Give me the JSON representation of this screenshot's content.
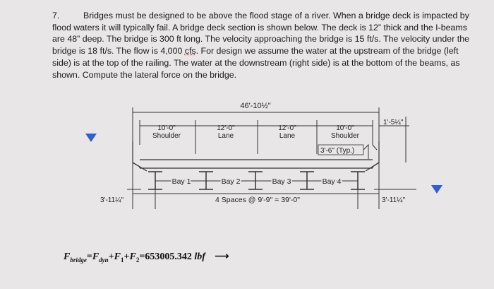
{
  "problem": {
    "number": "7.",
    "text_before_cfs": "Bridges must be designed to be above the flood stage of a river. When a bridge deck is impacted by flood waters it will typically fail. A bridge deck section is shown below. The deck is 12” thick and the I-beams are 48” deep. The bridge is 300 ft long. The velocity approaching the bridge is 15 ft/s. The velocity under the bridge is 18 ft/s. The flow is 4,000 ",
    "cfs": "cfs",
    "text_after_cfs": ". For design we assume the water at the upstream of the bridge (left side) is at the top of the railing. The water at the downstream (right side) is at the bottom of the beams, as shown. Compute the lateral force on the bridge."
  },
  "diagram": {
    "overall_width": "46'-10½\"",
    "railing_height": "1'-5¼\"",
    "left_height": "3'-11¼\"",
    "right_height": "3'-11¼\"",
    "curb": "3'-6\" (Typ.)",
    "lanes": [
      {
        "dim": "10'-0\"",
        "label": "Shoulder"
      },
      {
        "dim": "12'-0\"",
        "label": "Lane"
      },
      {
        "dim": "12'-0\"",
        "label": "Lane"
      },
      {
        "dim": "10'-0\"",
        "label": "Shoulder"
      }
    ],
    "bays": [
      "Bay 1",
      "Bay 2",
      "Bay 3",
      "Bay 4"
    ],
    "spacing": "4 Spaces @ 9'-9\" = 39'-0\"",
    "water_color": "#2f5fd0"
  },
  "equation": {
    "F": "F",
    "bridge_sub": "bridge",
    "eq": "=",
    "dyn_sub": "dyn",
    "plus1": "+",
    "one": "1",
    "plus2": "+",
    "two": "2",
    "eq2": "=",
    "value": "653005.342",
    "unit": "lbf",
    "arrow": "⟶"
  }
}
